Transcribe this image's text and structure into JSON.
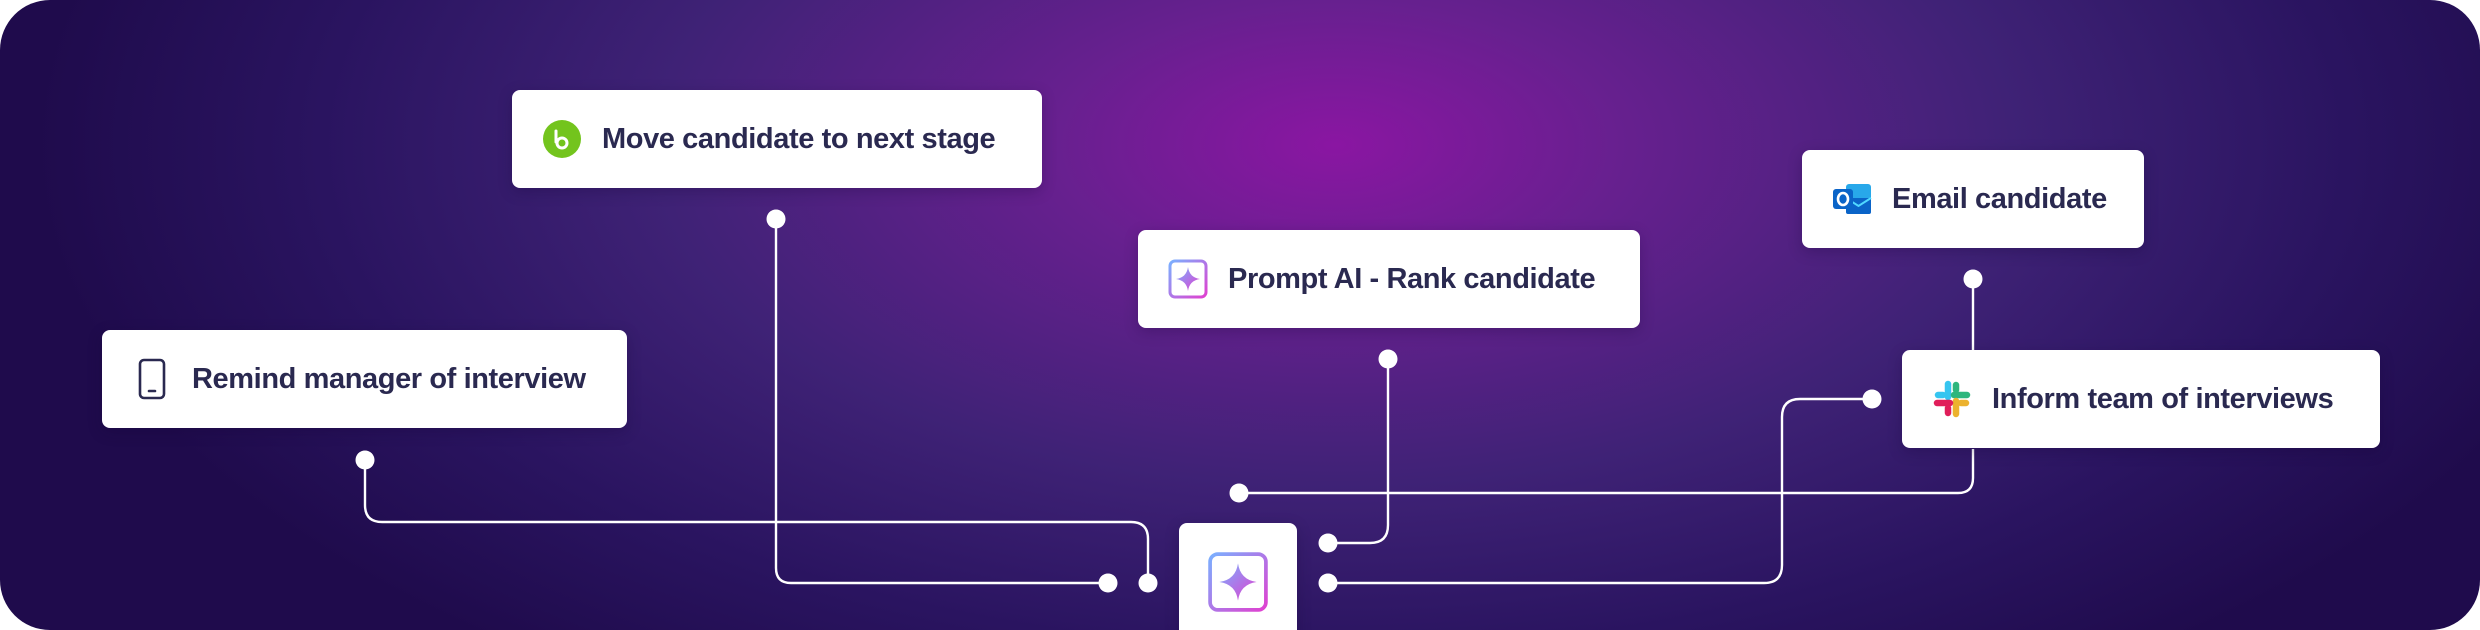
{
  "cards": {
    "move_stage": {
      "label": "Move candidate to next stage",
      "icon": "bamboohr-logo-icon"
    },
    "remind_manager": {
      "label": "Remind manager of interview",
      "icon": "mobile-phone-icon"
    },
    "prompt_ai": {
      "label": "Prompt AI - Rank candidate",
      "icon": "ai-sparkle-icon"
    },
    "email_candidate": {
      "label": "Email candidate",
      "icon": "outlook-logo-icon"
    },
    "inform_team": {
      "label": "Inform team of interviews",
      "icon": "slack-logo-icon"
    }
  },
  "hub": {
    "icon": "ai-sparkle-icon"
  },
  "colors": {
    "background_center": "#8a16a2",
    "background_edge": "#1f0b4c",
    "card": "#ffffff",
    "label_text": "#2a2950",
    "connector": "#ffffff",
    "bamboo_green": "#73c41d",
    "outlook_blue": "#0a64c8",
    "ai_gradient_start": "#7ab0ff",
    "ai_gradient_end": "#e040d0"
  }
}
